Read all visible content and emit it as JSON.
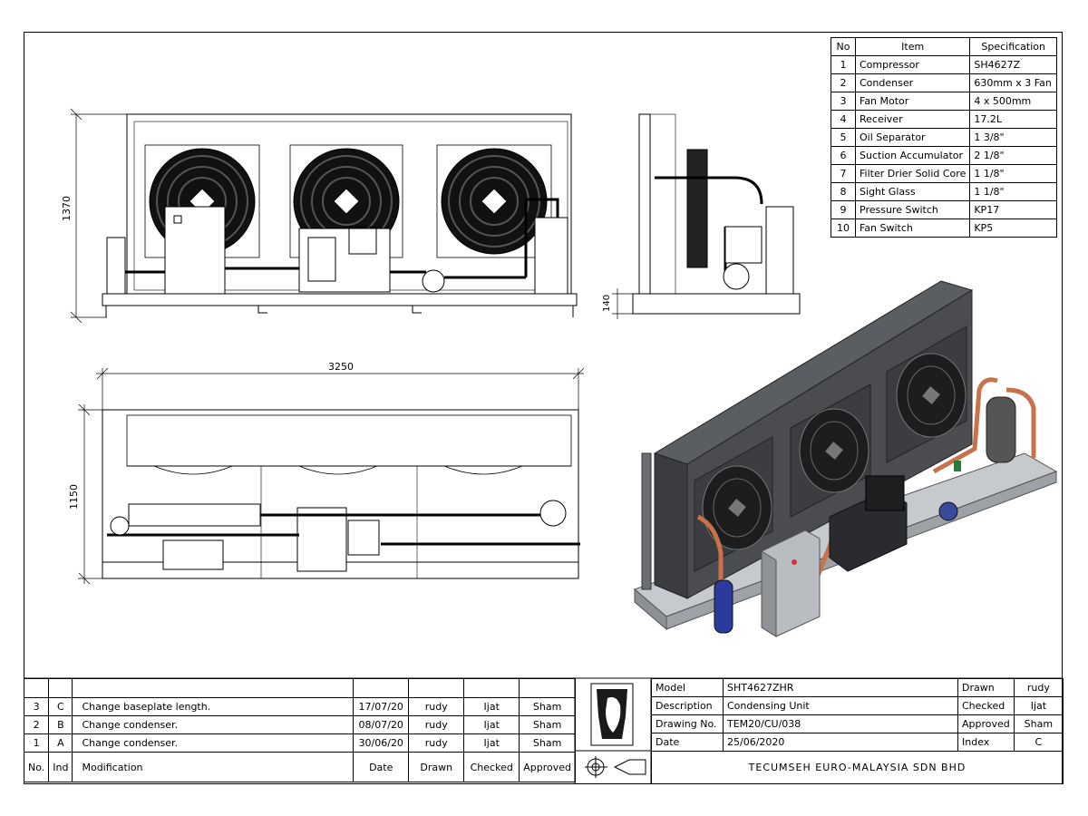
{
  "dimensions": {
    "height_front": "1370",
    "base_height": "140",
    "length": "3250",
    "depth": "1150"
  },
  "spec_table": {
    "headers": [
      "No",
      "Item",
      "Specification"
    ],
    "rows": [
      {
        "no": "1",
        "item": "Compressor",
        "spec": "SH4627Z"
      },
      {
        "no": "2",
        "item": "Condenser",
        "spec": "630mm x 3 Fan"
      },
      {
        "no": "3",
        "item": "Fan Motor",
        "spec": "4 x 500mm"
      },
      {
        "no": "4",
        "item": "Receiver",
        "spec": "17.2L"
      },
      {
        "no": "5",
        "item": "Oil Separator",
        "spec": "1 3/8\""
      },
      {
        "no": "6",
        "item": "Suction Accumulator",
        "spec": "2 1/8\""
      },
      {
        "no": "7",
        "item": "Filter Drier Solid Core",
        "spec": "1 1/8\""
      },
      {
        "no": "8",
        "item": "Sight Glass",
        "spec": "1 1/8\""
      },
      {
        "no": "9",
        "item": "Pressure Switch",
        "spec": "KP17"
      },
      {
        "no": "10",
        "item": "Fan Switch",
        "spec": "KP5"
      }
    ]
  },
  "revisions": {
    "headers": {
      "no": "No.",
      "ind": "Ind",
      "mod": "Modification",
      "date": "Date",
      "drawn": "Drawn",
      "checked": "Checked",
      "approved": "Approved"
    },
    "rows": [
      {
        "no": "3",
        "ind": "C",
        "mod": "Change baseplate length.",
        "date": "17/07/20",
        "drawn": "rudy",
        "checked": "Ijat",
        "approved": "Sham"
      },
      {
        "no": "2",
        "ind": "B",
        "mod": "Change condenser.",
        "date": "08/07/20",
        "drawn": "rudy",
        "checked": "Ijat",
        "approved": "Sham"
      },
      {
        "no": "1",
        "ind": "A",
        "mod": "Change condenser.",
        "date": "30/06/20",
        "drawn": "rudy",
        "checked": "Ijat",
        "approved": "Sham"
      }
    ]
  },
  "title_block": {
    "model_label": "Model",
    "model": "SHT4627ZHR",
    "description_label": "Description",
    "description": "Condensing Unit",
    "drawing_no_label": "Drawing No.",
    "drawing_no": "TEM20/CU/038",
    "date_label": "Date",
    "date": "25/06/2020",
    "drawn_label": "Drawn",
    "drawn": "rudy",
    "checked_label": "Checked",
    "checked": "Ijat",
    "approved_label": "Approved",
    "approved": "Sham",
    "index_label": "Index",
    "index": "C",
    "company": "TECUMSEH EURO-MALAYSIA SDN BHD"
  },
  "colors": {
    "cabinet": "#4a4c50",
    "copper": "#c9714a",
    "steel": "#b9bcc0",
    "blue_vessel": "#2a3b9c"
  }
}
